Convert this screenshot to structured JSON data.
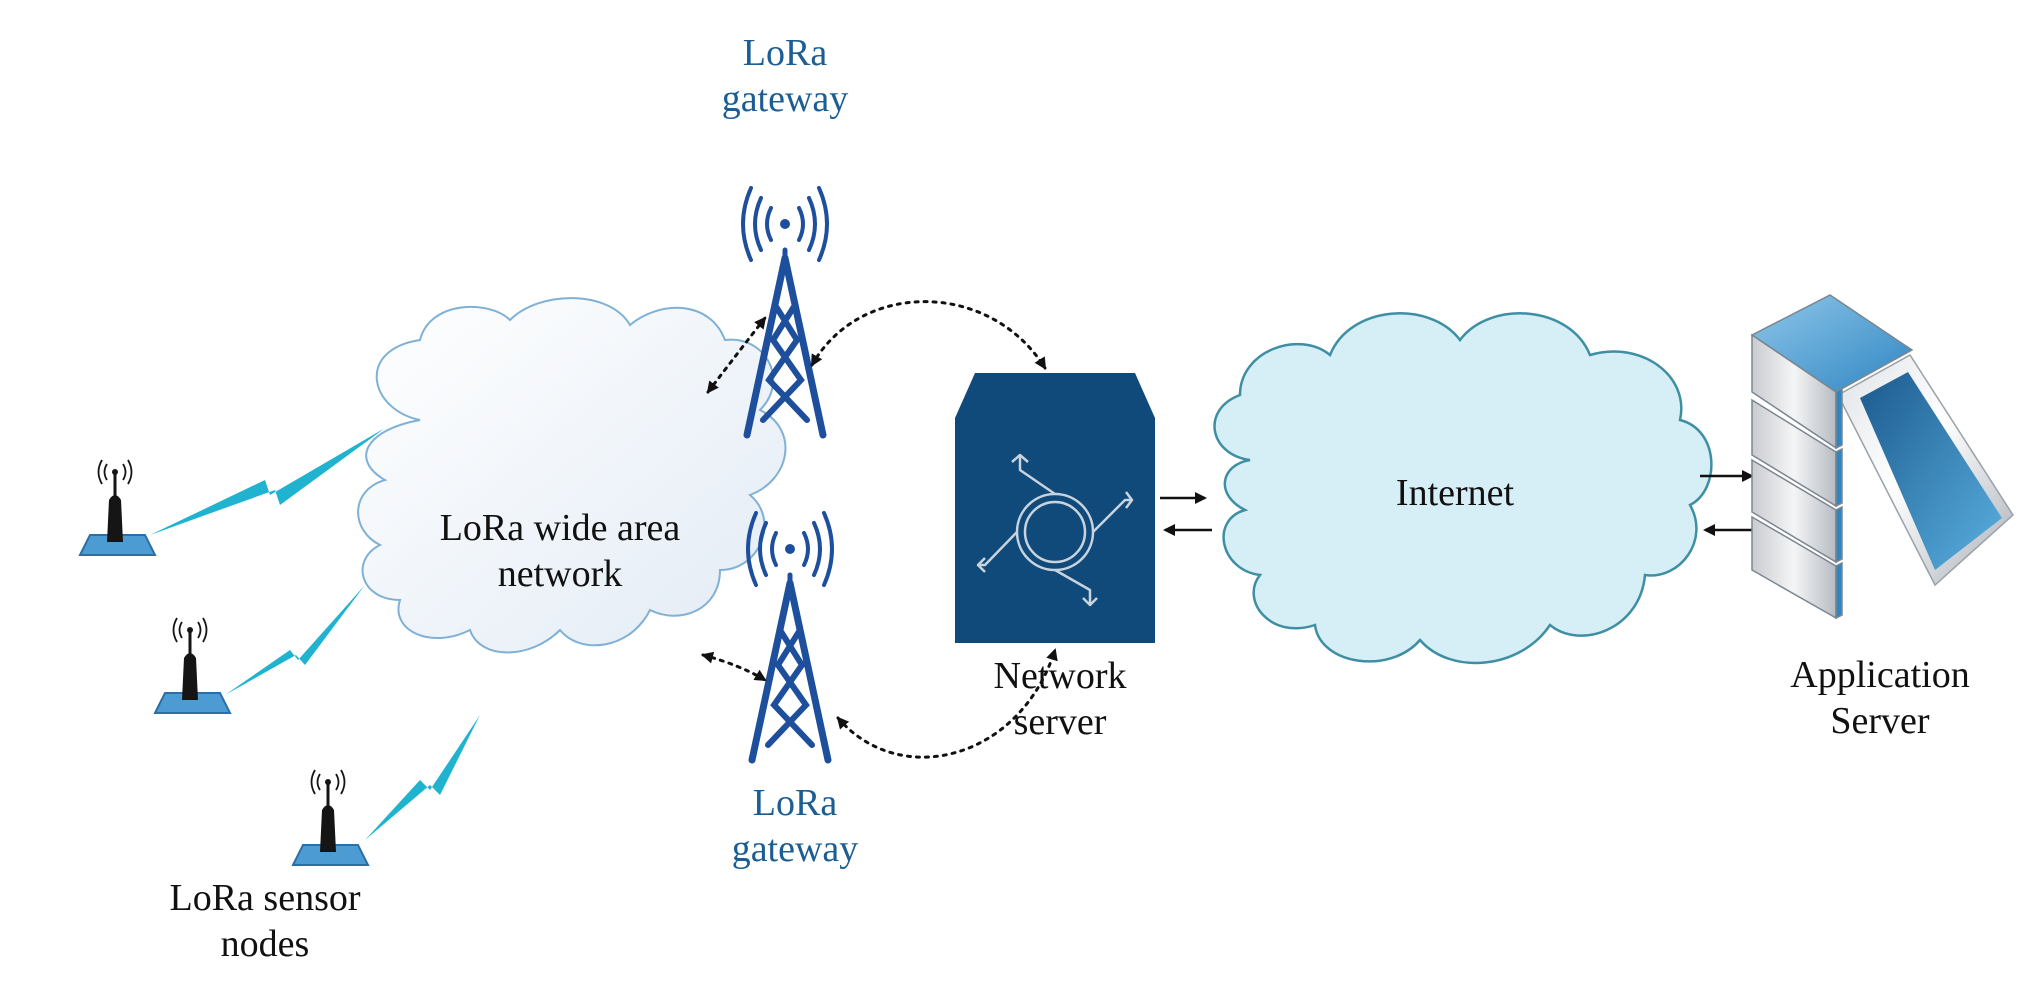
{
  "colors": {
    "accent": "#1c5d93",
    "server_box": "#0f4a7a",
    "tower": "#1e4f9c",
    "lightning": "#1fb3cf",
    "cloud_fill": "#d6eef6",
    "cloud_stroke": "#3e8fa4",
    "lora_cloud_stroke": "#7fb1d6",
    "node_base": "#4d9bd3"
  },
  "labels": {
    "gateway_top": {
      "line1": "LoRa",
      "line2": "gateway"
    },
    "gateway_bottom": {
      "line1": "LoRa",
      "line2": "gateway"
    },
    "lora_cloud": {
      "line1": "LoRa wide area",
      "line2": "network"
    },
    "network_server": {
      "line1": "Network",
      "line2": "server"
    },
    "internet": "Internet",
    "application_server": {
      "line1": "Application",
      "line2": "Server"
    },
    "sensor_nodes": {
      "line1": "LoRa sensor",
      "line2": "nodes"
    }
  },
  "icons": [
    "radio-tower-icon",
    "sensor-antenna-icon",
    "router-icon",
    "server-rack-icon",
    "lightning-icon",
    "cloud-icon"
  ]
}
